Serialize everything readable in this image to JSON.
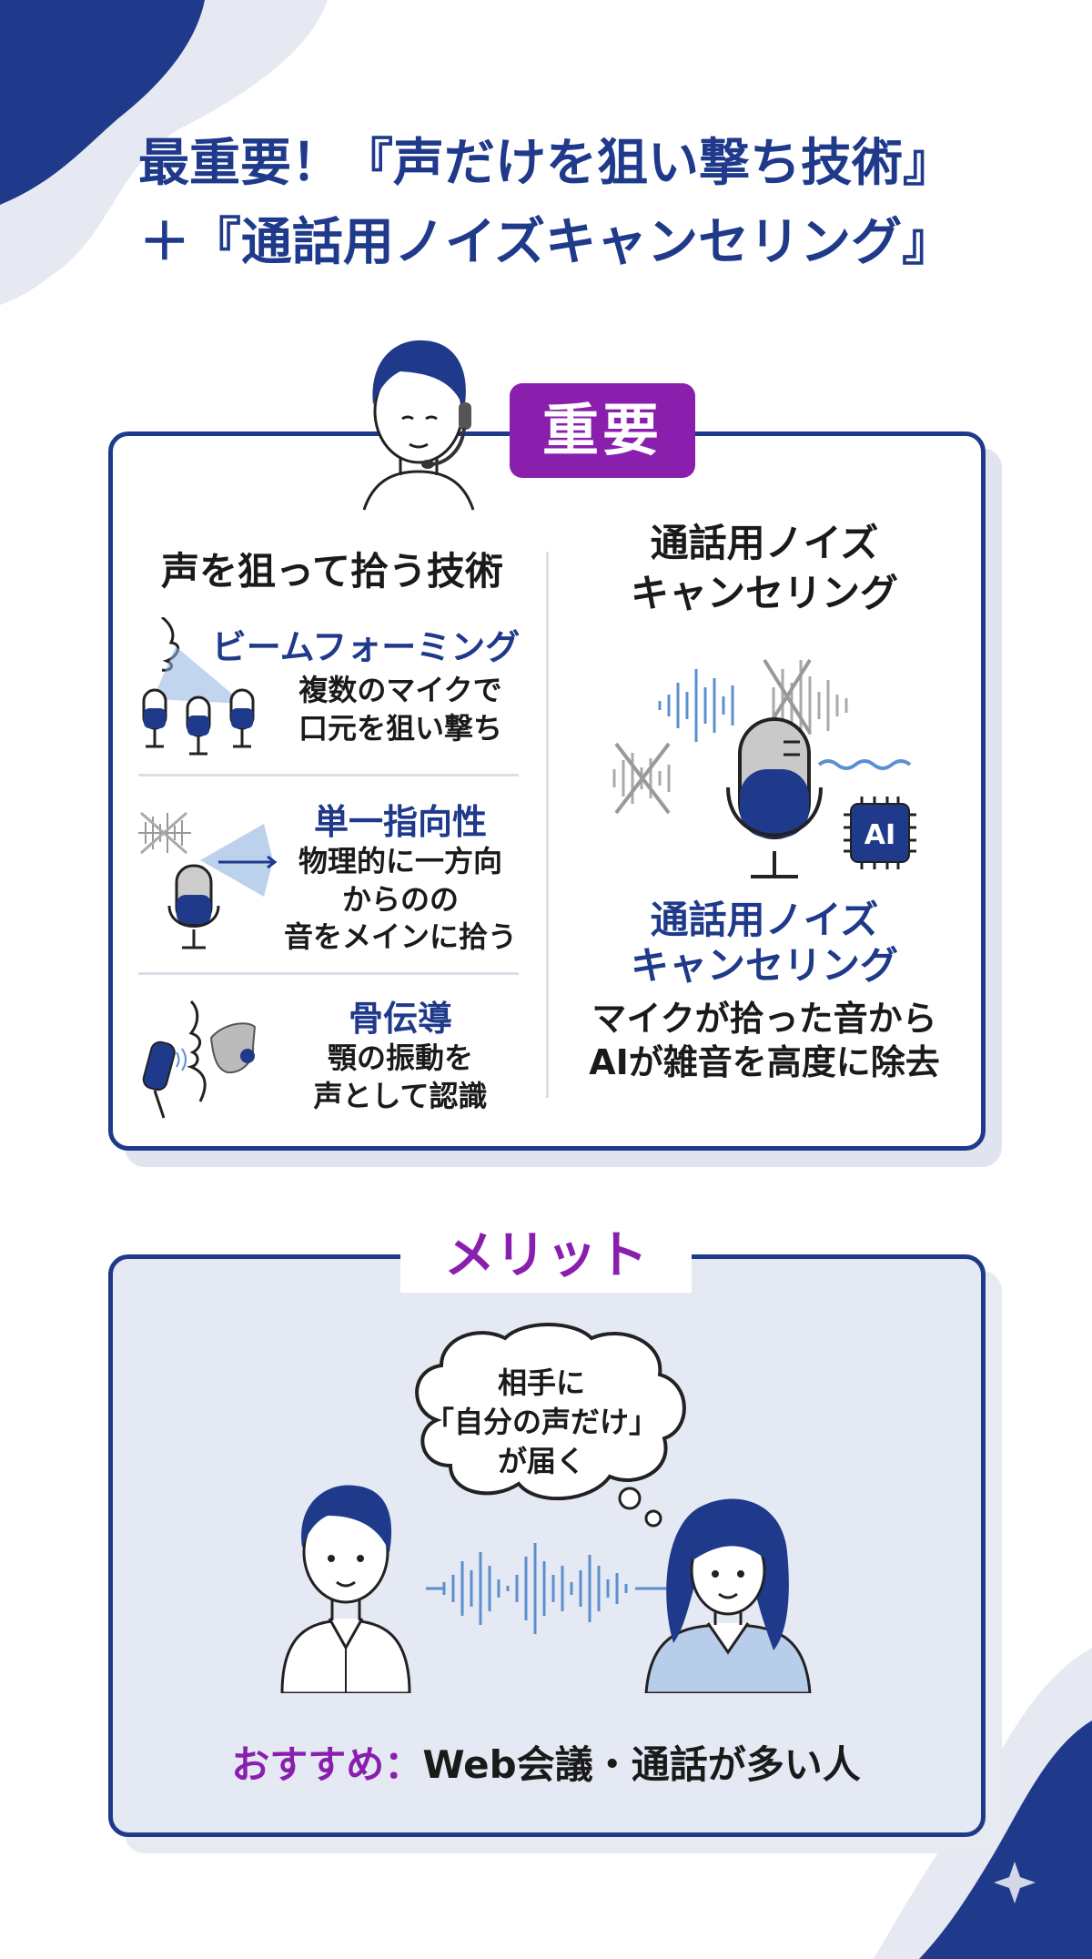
{
  "title": {
    "line1": "最重要！『声だけを狙い撃ち技術』",
    "line2": "＋『通話用ノイズキャンセリング』"
  },
  "badge": "重要",
  "left": {
    "heading": "声を狙って拾う技術",
    "items": [
      {
        "title": "ビームフォーミング",
        "lines": [
          "複数のマイクで",
          "口元を狙い撃ち"
        ]
      },
      {
        "title": "単一指向性",
        "lines": [
          "物理的に一方向",
          "からのの",
          "音をメインに拾う"
        ]
      },
      {
        "title": "骨伝導",
        "lines": [
          "顎の振動を",
          "声として認識"
        ]
      }
    ]
  },
  "right": {
    "heading_lines": [
      "通話用ノイズ",
      "キャンセリング"
    ],
    "chip_label": "AI",
    "subtitle_lines": [
      "通話用ノイズ",
      "キャンセリング"
    ],
    "desc_lines": [
      "マイクが拾った音から",
      "AIが雑音を高度に除去"
    ]
  },
  "merit": {
    "label": "メリット",
    "bubble_lines": [
      "相手に",
      "「自分の声だけ」",
      "が届く"
    ],
    "recommend_prefix": "おすすめ：",
    "recommend_text": "Web会議・通話が多い人"
  },
  "colors": {
    "navy": "#1f3a8a",
    "purple": "#8a1fae",
    "wave_blue": "#5b8fd0",
    "panel_bg": "#e4e9f3"
  }
}
